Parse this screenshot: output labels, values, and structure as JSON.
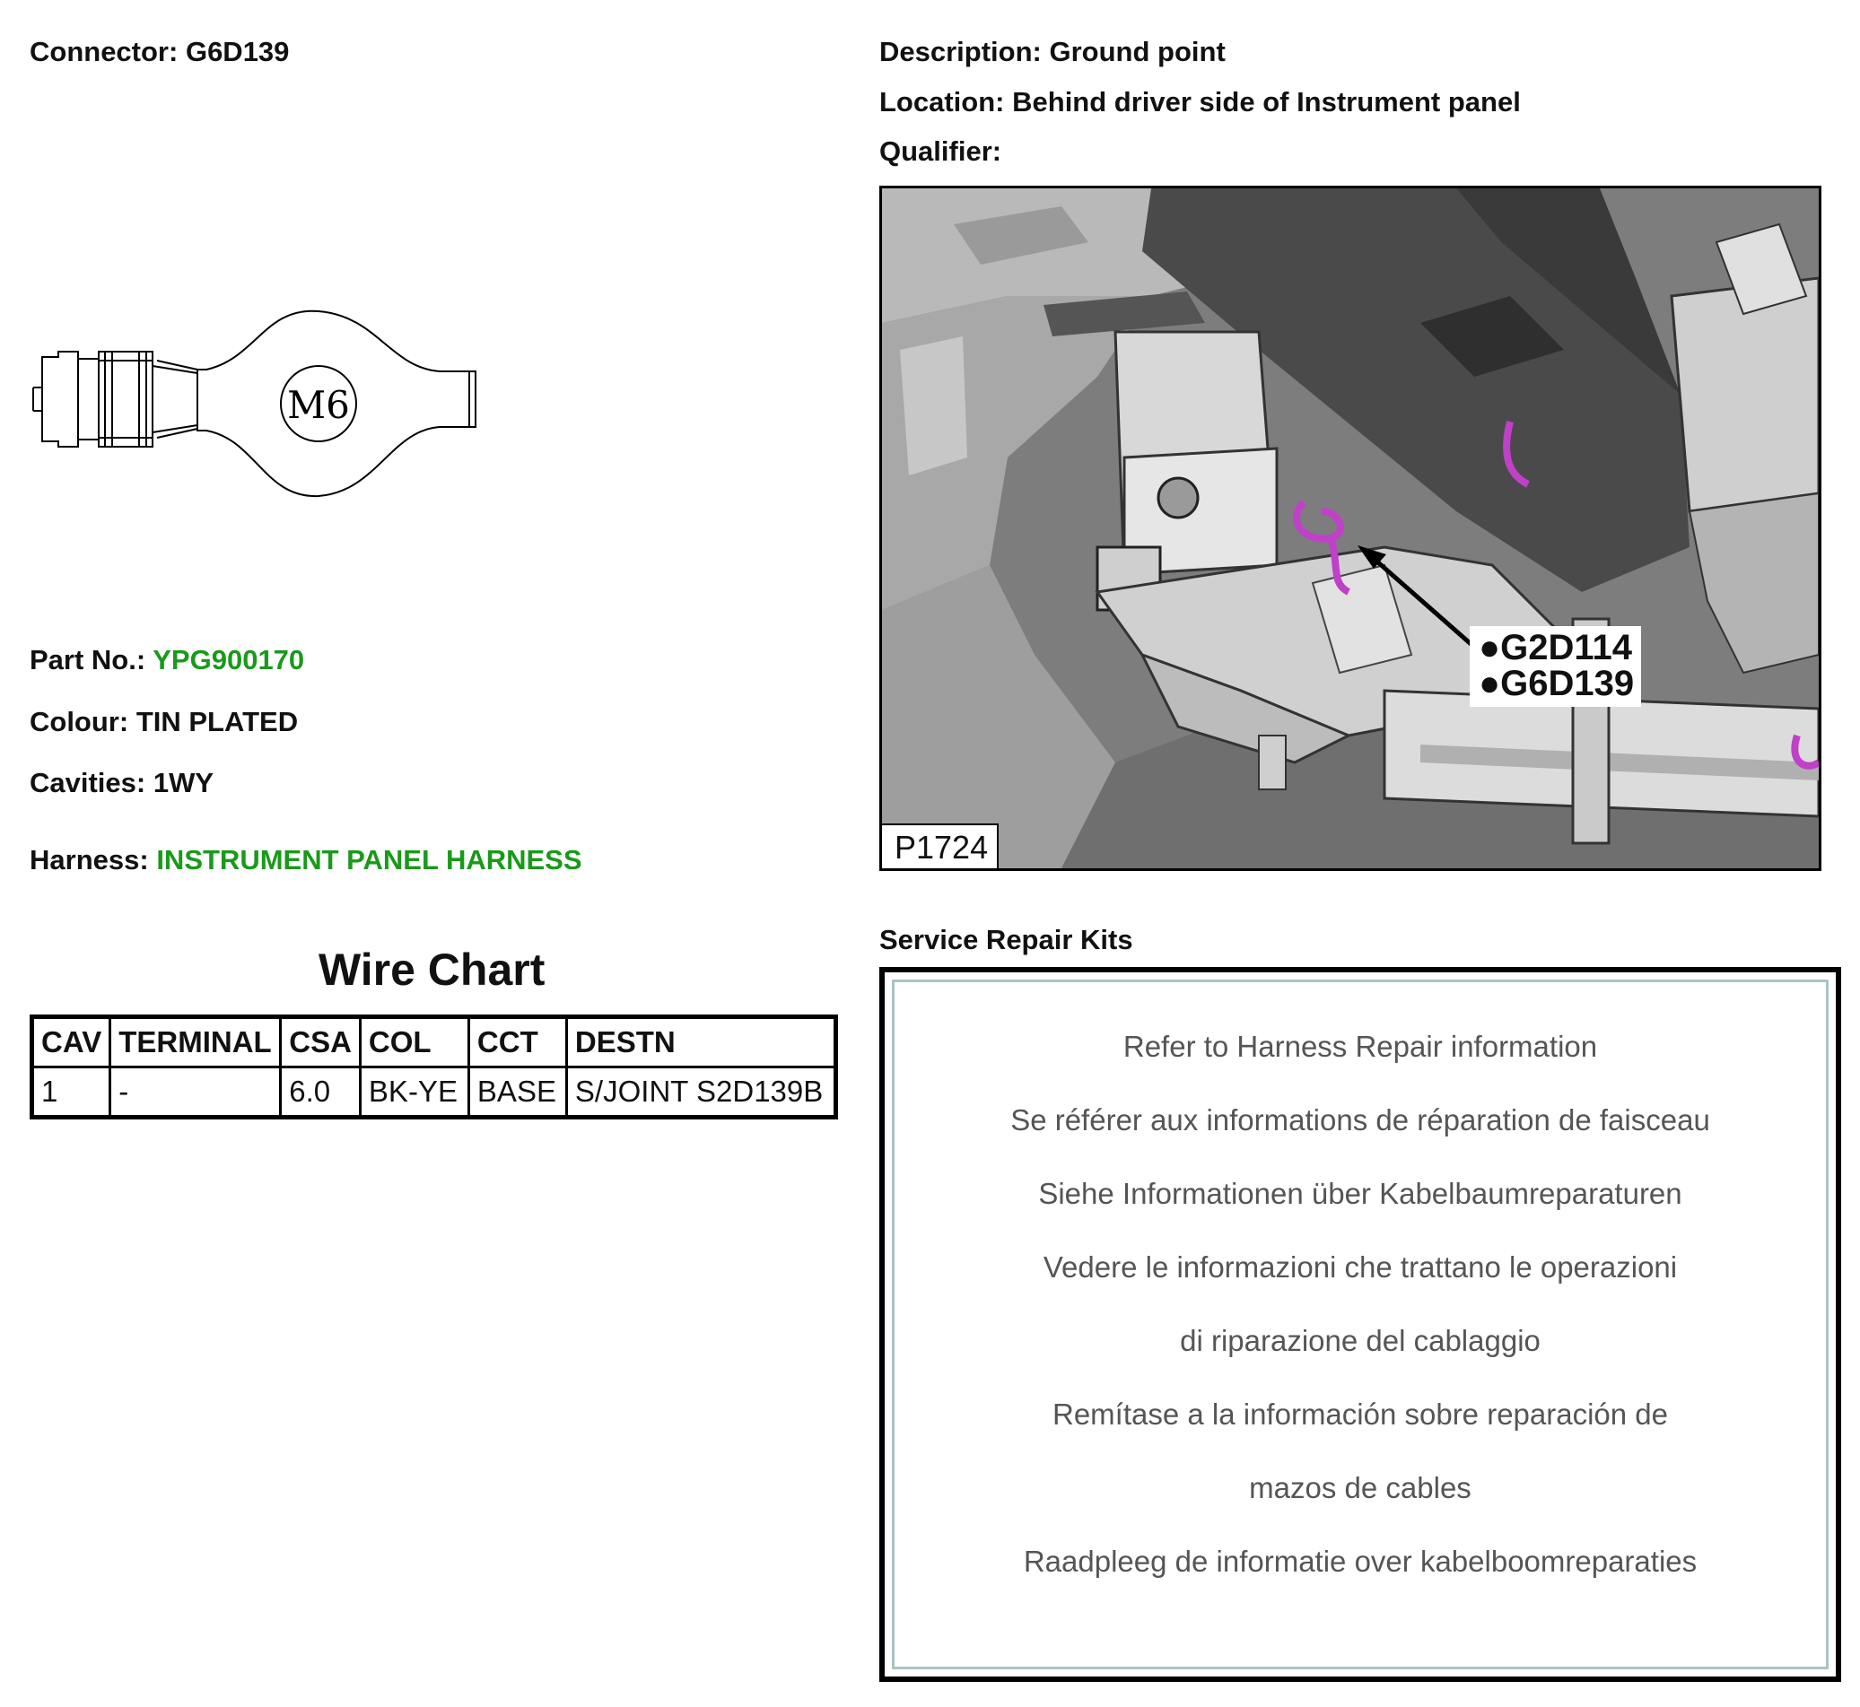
{
  "connector": {
    "label": "Connector:",
    "value": "G6D139"
  },
  "description": {
    "label": "Description:",
    "value": "Ground point"
  },
  "location": {
    "label": "Location:",
    "value": "Behind driver side of Instrument panel"
  },
  "qualifier": {
    "label": "Qualifier:",
    "value": ""
  },
  "terminal": {
    "stud_label": "M6"
  },
  "part_no": {
    "label": "Part No.:",
    "value": "YPG900170"
  },
  "colour": {
    "label": "Colour:",
    "value": "TIN PLATED"
  },
  "cavities": {
    "label": "Cavities:",
    "value": "1WY"
  },
  "harness": {
    "label": "Harness:",
    "value": "INSTRUMENT PANEL HARNESS"
  },
  "location_image": {
    "image_id": "P1724",
    "callouts": [
      "●G2D114",
      "●G6D139"
    ],
    "highlight_color": "#c040c8"
  },
  "wire_chart": {
    "title": "Wire Chart",
    "headers": [
      "CAV",
      "TERMINAL",
      "CSA",
      "COL",
      "CCT",
      "DESTN"
    ],
    "rows": [
      [
        "1",
        "-",
        "6.0",
        "BK-YE",
        "BASE",
        "S/JOINT S2D139B"
      ]
    ]
  },
  "service_repair_kits": {
    "title": "Service Repair Kits",
    "lines": [
      "Refer to Harness Repair information",
      "Se référer aux informations de réparation de faisceau",
      "Siehe Informationen über Kabelbaumreparaturen",
      "Vedere le informazioni che trattano le operazioni",
      "di riparazione del cablaggio",
      "Remítase a la información sobre reparación de",
      "mazos de cables",
      "Raadpleeg de informatie over kabelboomreparaties"
    ]
  },
  "colors": {
    "link_green": "#1a9a1a",
    "kit_border": "#a9c4c4"
  }
}
